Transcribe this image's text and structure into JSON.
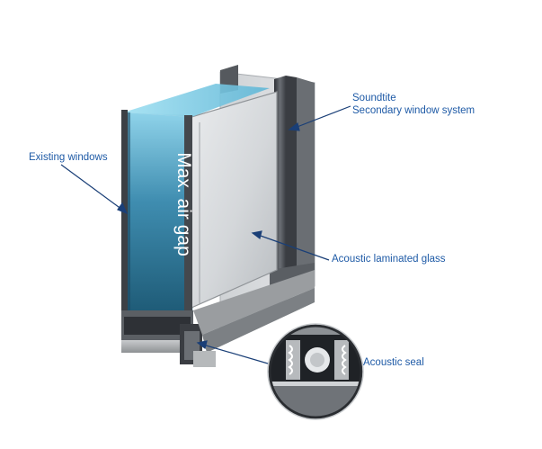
{
  "diagram": {
    "gap_label": "Max. air gap",
    "callouts": {
      "soundtite": [
        "Soundtite",
        "Secondary  window system"
      ],
      "existing_windows": "Existing windows",
      "acoustic_glass": "Acoustic laminated glass",
      "acoustic_seal": "Acoustic seal"
    }
  },
  "colors": {
    "callout_text": "#1e5aa6",
    "leader_line": "#1a3f77",
    "air_gap": "#3c8fb0",
    "frame": "#4a4d52"
  }
}
